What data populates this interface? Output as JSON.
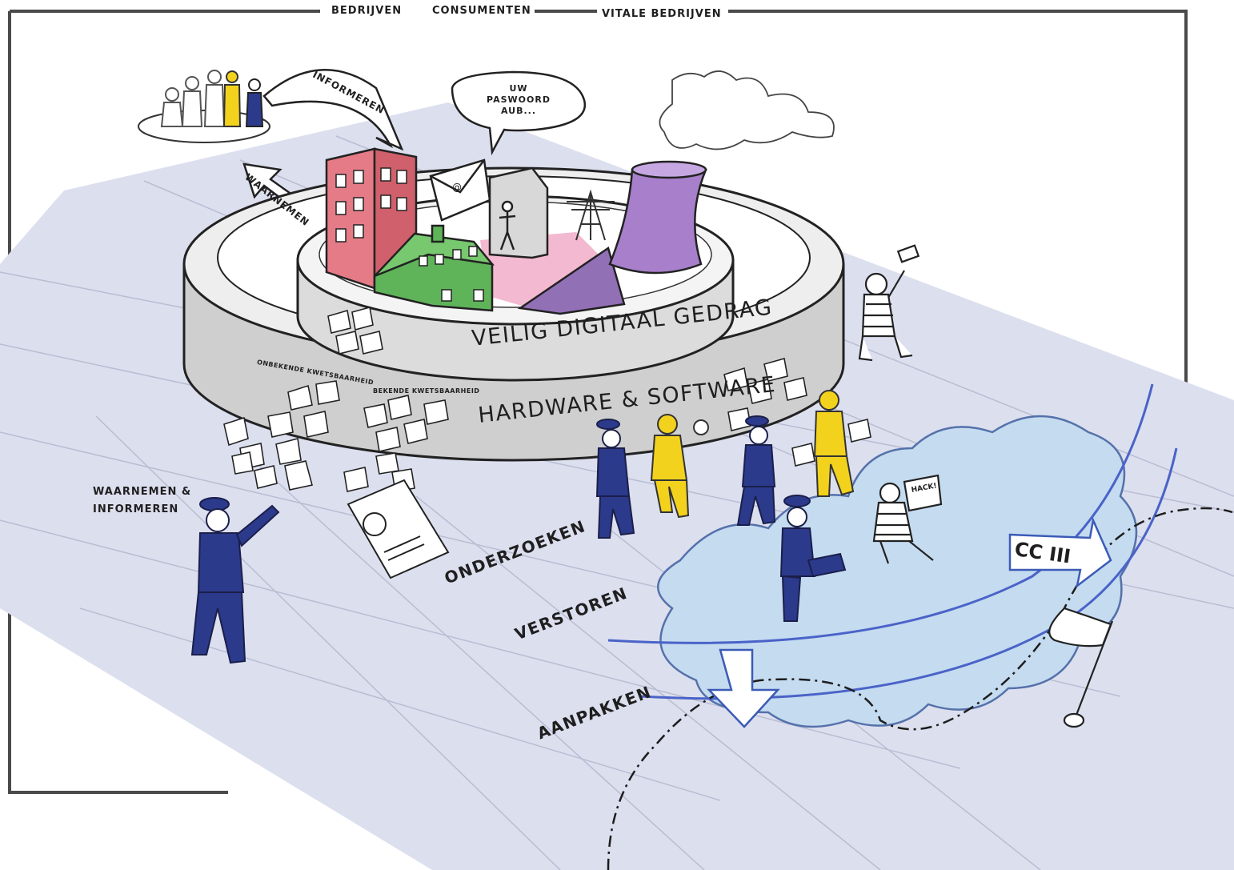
{
  "top_labels": {
    "bedrijven": "Bedrijven",
    "consumenten": "Consumenten",
    "vitale_bedrijven": "Vitale bedrijven"
  },
  "arrows": {
    "informeren": "Informeren",
    "waarnemen": "Waarnemen"
  },
  "speech_bubble": "Uw paswoord aub...",
  "layers": {
    "inner_wall": "Veilig digitaal gedrag",
    "outer_wall": "Hardware & Software"
  },
  "vulnerabilities": {
    "unknown": "Onbekende kwetsbaarheid",
    "known": "Bekende kwetsbaarheid"
  },
  "side_label": "Waarnemen & Informeren",
  "stages": {
    "onderzoeken": "Onderzoeken",
    "verstoren": "Verstoren",
    "aanpakken": "Aanpakken"
  },
  "cc_tag": "CC III",
  "laptop_text": "Hack!",
  "colors": {
    "floor": "#dcdfee",
    "grid": "#b9bdd3",
    "wall": "#d6d6d6",
    "building_red": "#e57b86",
    "house_green": "#5fb45a",
    "plant_purple": "#a77fcb",
    "police_blue": "#2c3a8c",
    "staff_yellow": "#f2d21d",
    "cloud_blue": "#c4dbf0",
    "arc_blue": "#4a63c8"
  }
}
